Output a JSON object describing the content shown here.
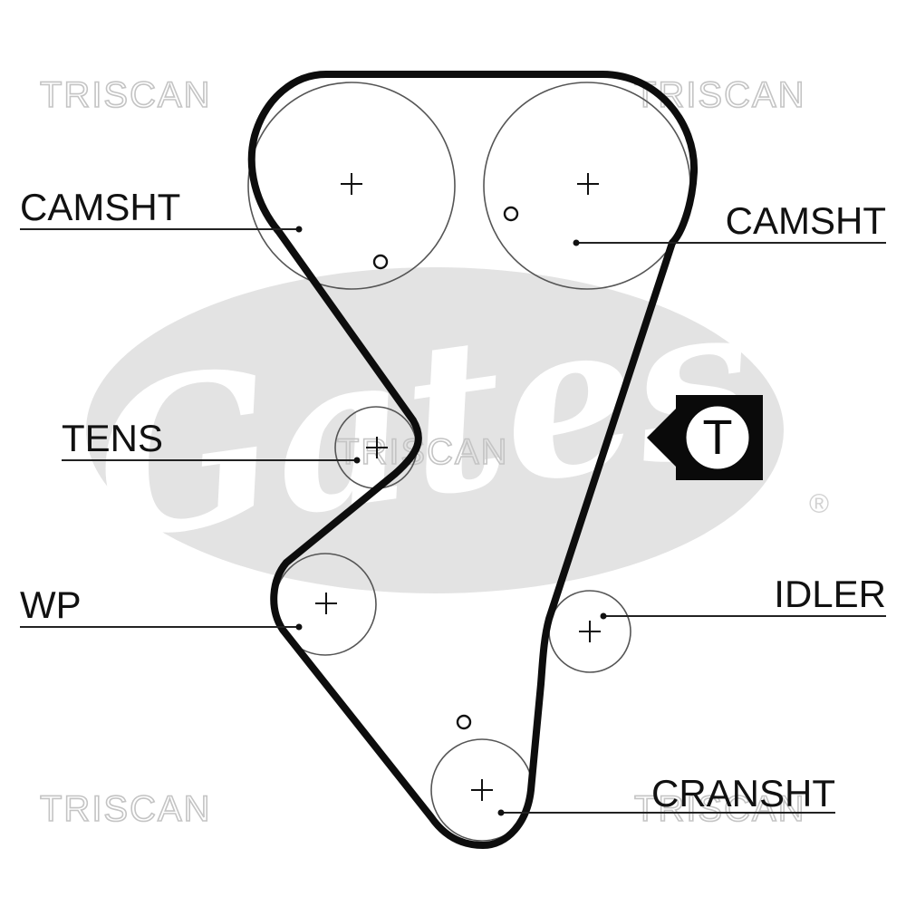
{
  "watermark": {
    "brand_text": "TRISCAN",
    "logo_text": "Gates",
    "registered_mark": "®"
  },
  "labels": {
    "camshaft_left": "CAMSHT",
    "camshaft_right": "CAMSHT",
    "tensioner": "TENS",
    "water_pump": "WP",
    "idler": "IDLER",
    "crankshaft": "CRANSHT"
  },
  "tension_marker": {
    "letter": "T"
  },
  "colors": {
    "belt": "#0d0d0d",
    "watermark": "#c4c4c4",
    "logo_ellipse": "#e3e3e3"
  },
  "icons": {
    "pulley_center": "plus-crosshair",
    "timing_mark": "small-circle",
    "tension_marker": "arrow-pointer-with-circled-T"
  }
}
